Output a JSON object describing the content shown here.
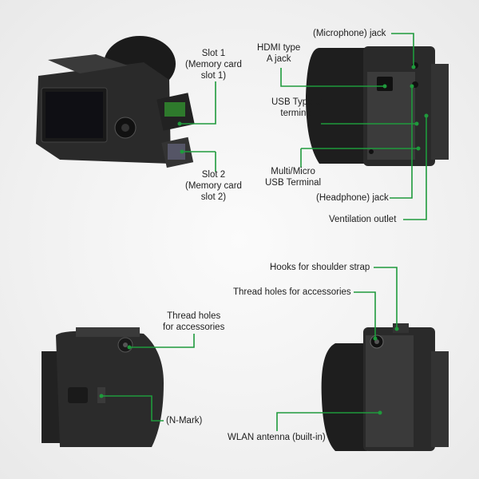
{
  "accent_color": "#1f9a3c",
  "labels": {
    "microphone_jack": "(Microphone) jack",
    "hdmi_jack": "HDMI type\nA jack",
    "usb_c": "USB Type-C\nterminal",
    "multi_usb": "Multi/Micro\nUSB Terminal",
    "headphone_jack": "(Headphone) jack",
    "ventilation": "Ventilation outlet",
    "slot1": "Slot 1\n(Memory card\nslot 1)",
    "slot2": "Slot 2\n(Memory card\nslot 2)",
    "shoulder_strap": "Hooks for shoulder strap",
    "thread_holes_right": "Thread holes for accessories",
    "thread_holes_left": "Thread holes\nfor accessories",
    "n_mark": "(N-Mark)",
    "wlan": "WLAN antenna (built-in)"
  }
}
